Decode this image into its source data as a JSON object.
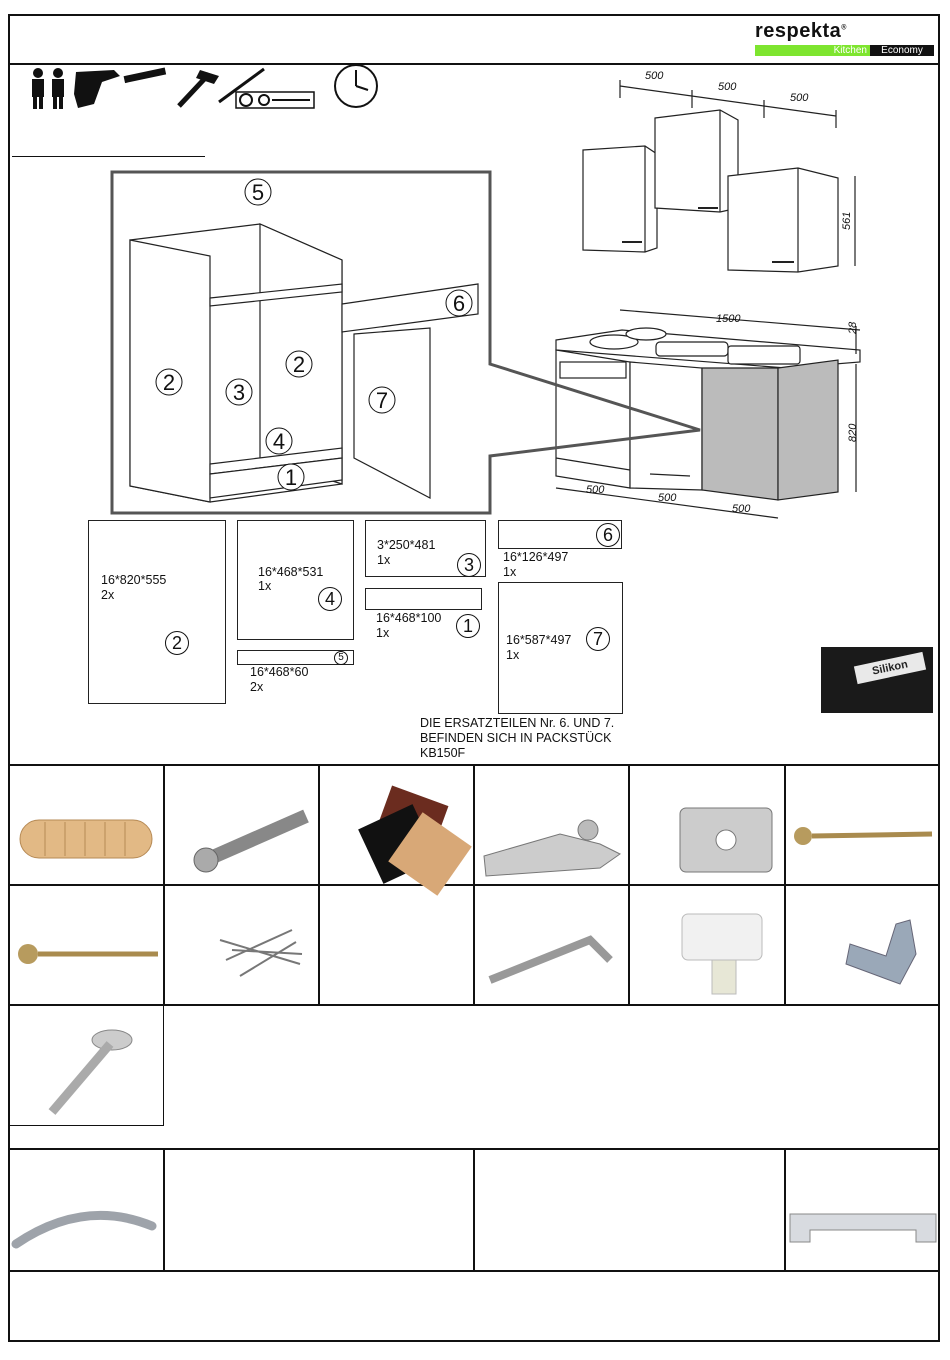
{
  "brand": {
    "name": "respekta",
    "mark": "®",
    "kitchen": "Kitchen",
    "economy": "Economy"
  },
  "kitchen_dims": {
    "upper": [
      "500",
      "500",
      "500"
    ],
    "upper_height": "561",
    "width": "1500",
    "counter_thick": "28",
    "lower_height": "820",
    "lower": [
      "500",
      "500",
      "500"
    ]
  },
  "exploded_labels": [
    "5",
    "2",
    "3",
    "2",
    "4",
    "1",
    "7",
    "6"
  ],
  "parts": [
    {
      "num": "2",
      "size": "16*820*555",
      "qty": "2x"
    },
    {
      "num": "4",
      "size": "16*468*531",
      "qty": "1x"
    },
    {
      "num": "5",
      "size": "16*468*60",
      "qty": "2x"
    },
    {
      "num": "3",
      "size": "3*250*481",
      "qty": "1x"
    },
    {
      "num": "1",
      "size": "16*468*100",
      "qty": "1x"
    },
    {
      "num": "6",
      "size": "16*126*497",
      "qty": "1x"
    },
    {
      "num": "7",
      "size": "16*587*497",
      "qty": "1x"
    }
  ],
  "silicone_label": "Silikon",
  "note": [
    "DIE ERSATZTEILEN Nr. 6. UND 7.",
    "BEFINDEN SICH IN PACKSTÜCK",
    "KB150F"
  ],
  "hardware": [
    {
      "name": "wooden-dowel-icon"
    },
    {
      "name": "confirmat-screw-icon"
    },
    {
      "name": "color-samples-icon"
    },
    {
      "name": "hinge-icon"
    },
    {
      "name": "hinge-plate-icon"
    },
    {
      "name": "wood-screw-icon"
    },
    {
      "name": "wood-screw-long-icon"
    },
    {
      "name": "nails-icon"
    },
    {
      "name": "allen-key-icon"
    },
    {
      "name": "shelf-support-icon"
    },
    {
      "name": "angle-bracket-icon"
    },
    {
      "name": "washer-head-screw-icon"
    },
    {
      "name": "bow-handle-icon"
    },
    {
      "name": "bar-handle-icon"
    }
  ]
}
